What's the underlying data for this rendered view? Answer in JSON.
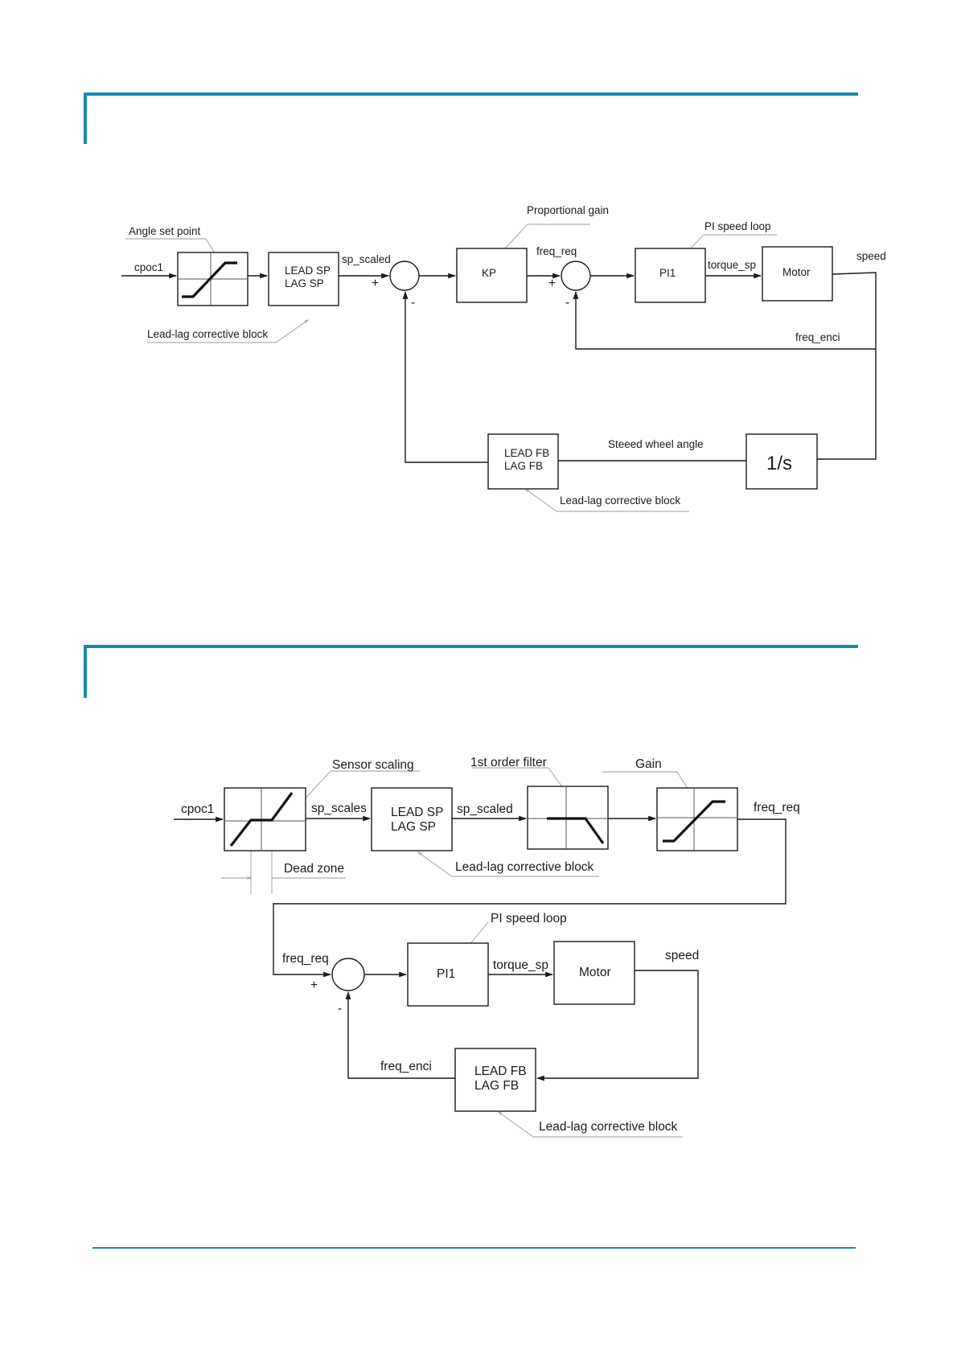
{
  "diagram1": {
    "annotations": {
      "angle_set_point": "Angle set point",
      "proportional_gain": "Proportional gain",
      "pi_speed_loop": "PI speed loop",
      "lead_lag_top": "Lead-lag corrective block",
      "lead_lag_bottom": "Lead-lag corrective block",
      "steered_wheel_angle": "Steeed wheel angle"
    },
    "signals": {
      "cpoc1": "cpoc1",
      "sp_scaled": "sp_scaled",
      "freq_req": "freq_req",
      "torque_sp": "torque_sp",
      "speed": "speed",
      "freq_enci": "freq_enci"
    },
    "blocks": {
      "lead_sp_1": "LEAD SP",
      "lag_sp_1": "LAG SP",
      "kp": "KP",
      "pi1": "PI1",
      "motor": "Motor",
      "lead_fb_1": "LEAD FB",
      "lag_fb_1": "LAG FB",
      "integrator": "1/s"
    },
    "signs": {
      "plus1": "+",
      "minus1": "-",
      "plus2": "+",
      "minus2": "-"
    }
  },
  "diagram2": {
    "annotations": {
      "sensor_scaling": "Sensor scaling",
      "first_order_filter": "1st order filter",
      "gain": "Gain",
      "dead_zone": "Dead zone",
      "lead_lag_mid": "Lead-lag corrective block",
      "pi_speed_loop": "PI speed loop",
      "lead_lag_bottom": "Lead-lag corrective block"
    },
    "signals": {
      "cpoc1": "cpoc1",
      "sp_scales": "sp_scales",
      "sp_scaled": "sp_scaled",
      "freq_req_out": "freq_req",
      "freq_req_in": "freq_req",
      "torque_sp": "torque_sp",
      "speed": "speed",
      "freq_enci": "freq_enci"
    },
    "blocks": {
      "lead_sp": "LEAD SP",
      "lag_sp": "LAG SP",
      "pi1": "PI1",
      "motor": "Motor",
      "lead_fb": "LEAD FB",
      "lag_fb": "LAG FB"
    },
    "signs": {
      "plus": "+",
      "minus": "-"
    }
  },
  "colors": {
    "accent": "#1a8aa6",
    "line": "#1a1a1a"
  }
}
